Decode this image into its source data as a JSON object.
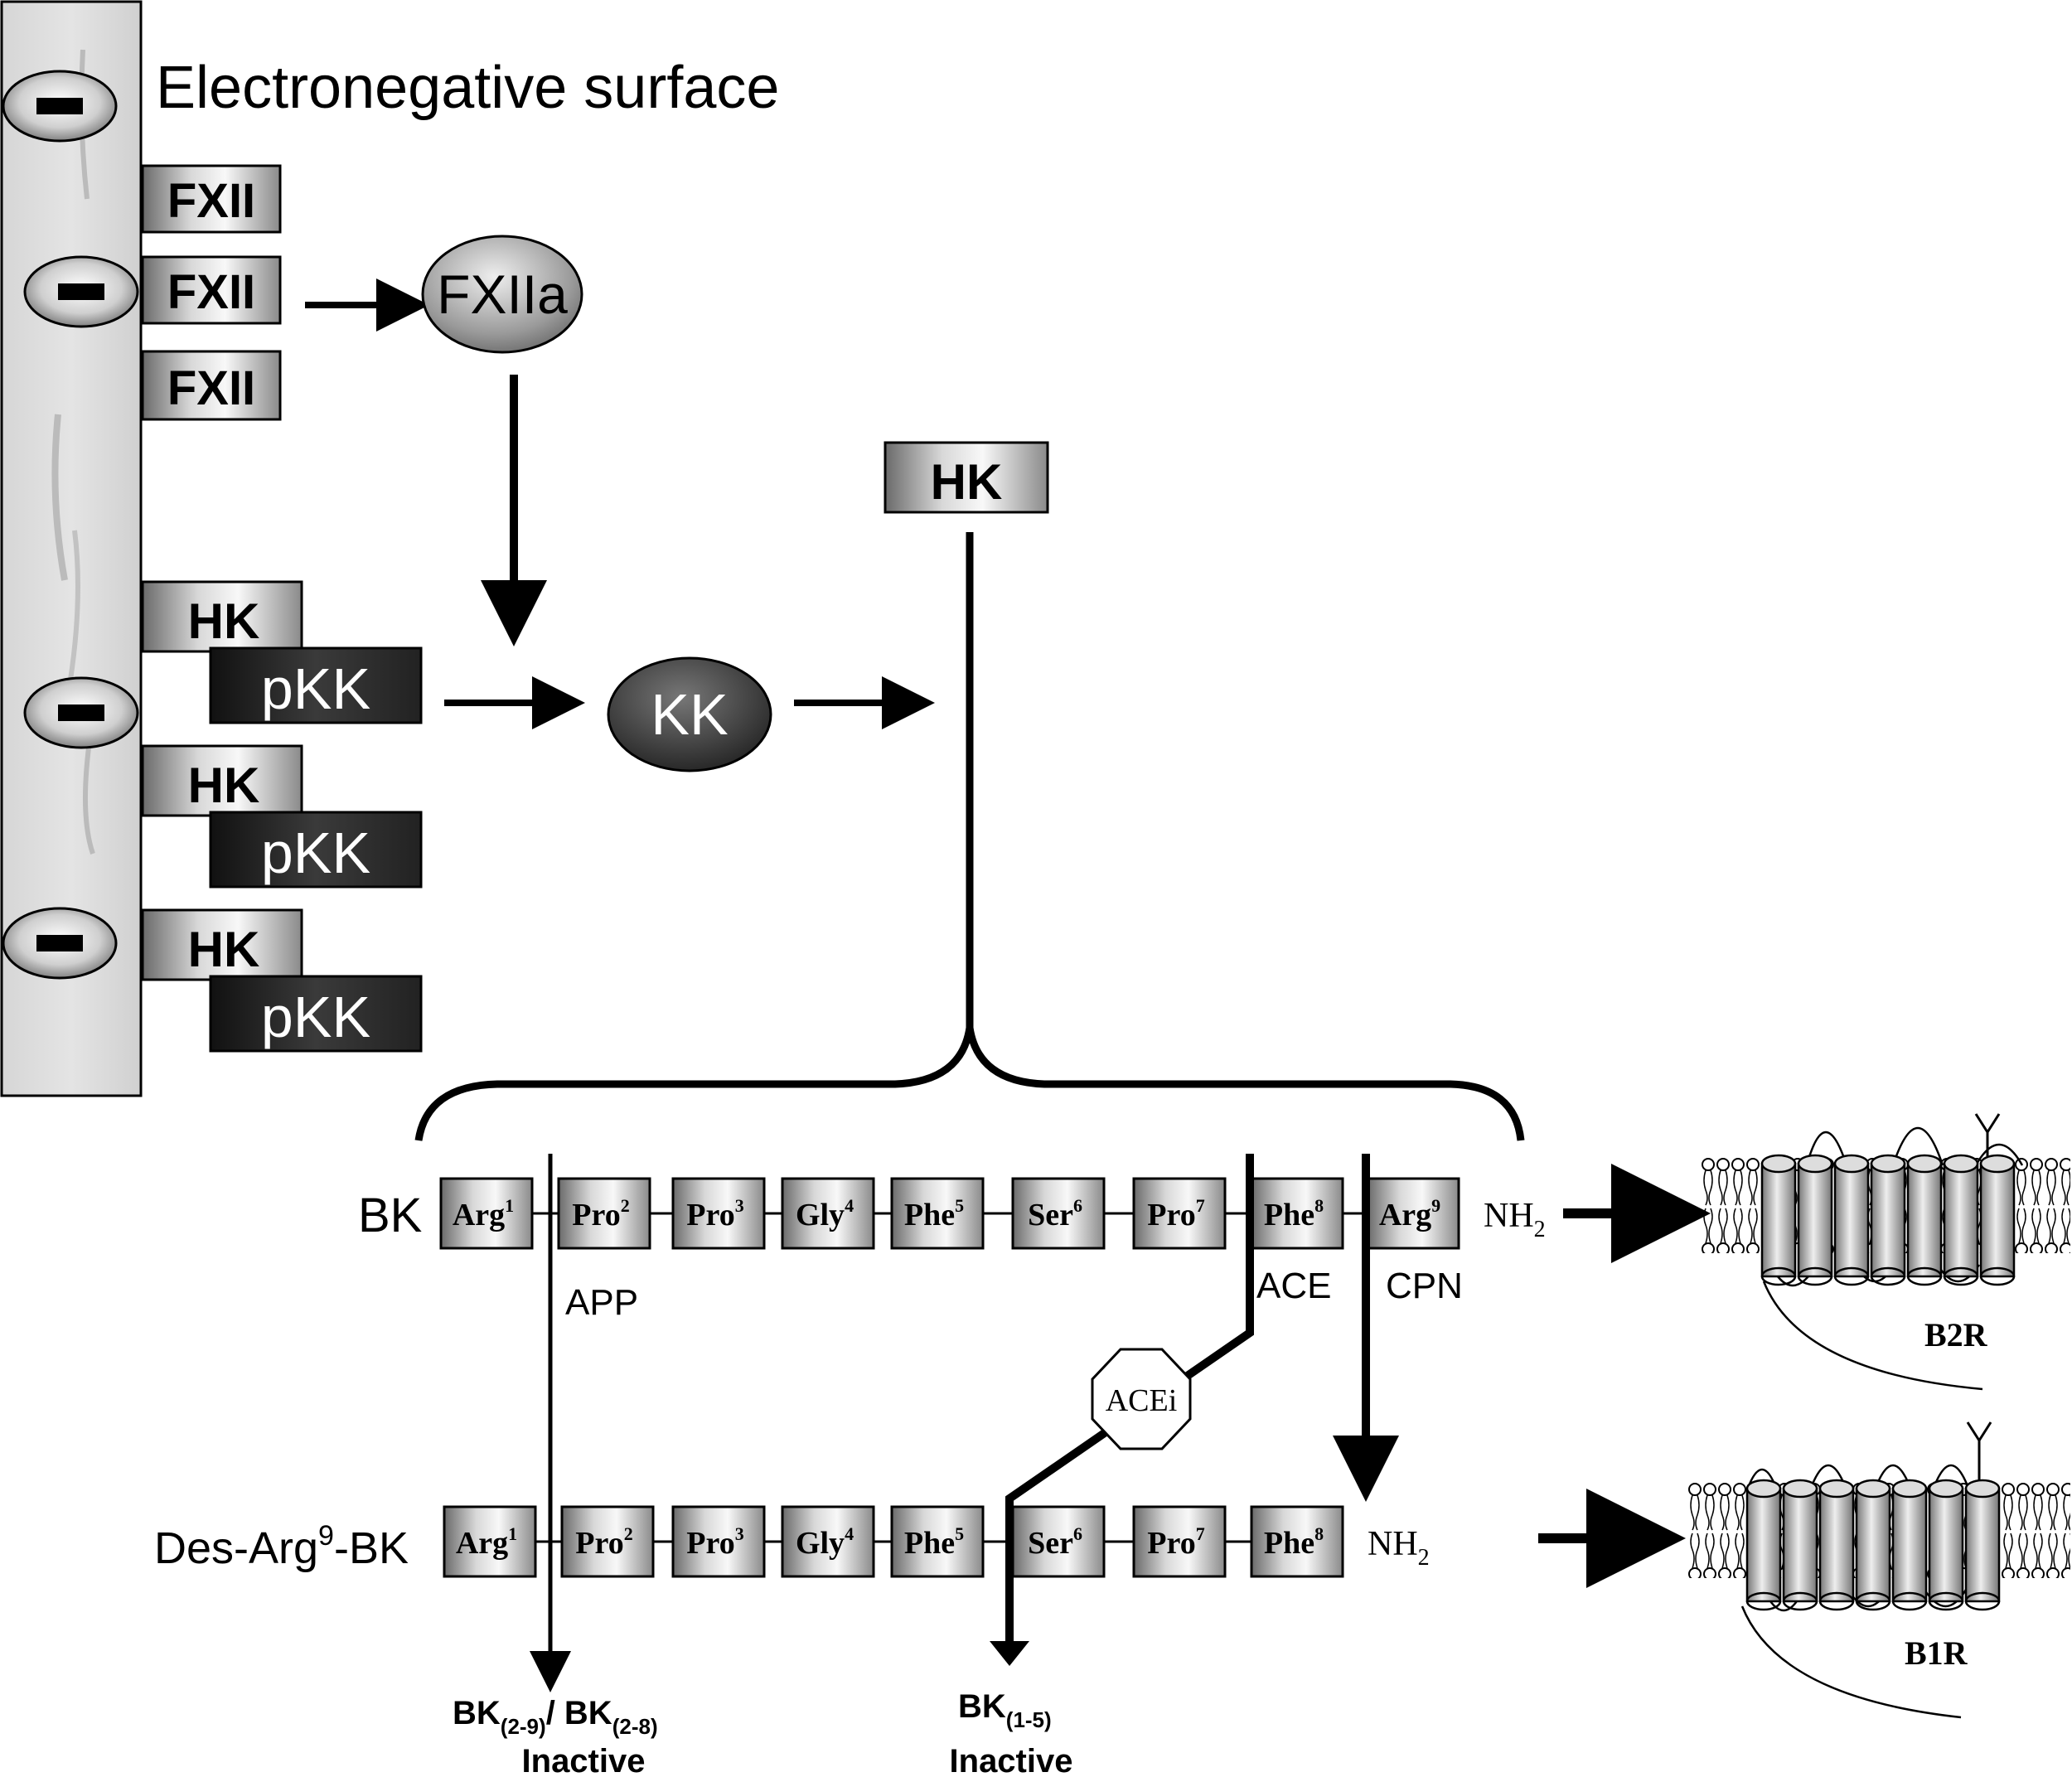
{
  "surface_title": "Electronegative surface",
  "surface_charges": [
    "−",
    "−",
    "−",
    "−"
  ],
  "fxii": [
    "FXII",
    "FXII",
    "FXII"
  ],
  "fxiia": "FXIIa",
  "hk_surface": [
    "HK",
    "HK",
    "HK"
  ],
  "pkk": [
    "pKK",
    "pKK",
    "pKK"
  ],
  "kk": "KK",
  "hk_top": "HK",
  "bk": {
    "label": "BK",
    "residues": [
      {
        "aa": "Arg",
        "num": "1"
      },
      {
        "aa": "Pro",
        "num": "2"
      },
      {
        "aa": "Pro",
        "num": "3"
      },
      {
        "aa": "Gly",
        "num": "4"
      },
      {
        "aa": "Phe",
        "num": "5"
      },
      {
        "aa": "Ser",
        "num": "6"
      },
      {
        "aa": "Pro",
        "num": "7"
      },
      {
        "aa": "Phe",
        "num": "8"
      },
      {
        "aa": "Arg",
        "num": "9"
      }
    ],
    "terminus": "NH",
    "terminus_sub": "2"
  },
  "des_arg_bk": {
    "label_pre": "Des-Arg",
    "label_sup": "9",
    "label_post": "-BK",
    "residues": [
      {
        "aa": "Arg",
        "num": "1"
      },
      {
        "aa": "Pro",
        "num": "2"
      },
      {
        "aa": "Pro",
        "num": "3"
      },
      {
        "aa": "Gly",
        "num": "4"
      },
      {
        "aa": "Phe",
        "num": "5"
      },
      {
        "aa": "Ser",
        "num": "6"
      },
      {
        "aa": "Pro",
        "num": "7"
      },
      {
        "aa": "Phe",
        "num": "8"
      }
    ],
    "terminus": "NH",
    "terminus_sub": "2"
  },
  "enzymes": {
    "app": "APP",
    "ace": "ACE",
    "cpn": "CPN",
    "acei": "ACEi"
  },
  "products": {
    "app_bk1": "BK",
    "app_sub1": "(2-9)",
    "app_sep": "/ ",
    "app_bk2": "BK",
    "app_sub2": "(2-8)",
    "app_status": "Inactive",
    "ace_bk": "BK",
    "ace_sub": "(1-5)",
    "ace_status": "Inactive"
  },
  "receptors": {
    "b2r": "B2R",
    "b1r": "B1R"
  }
}
